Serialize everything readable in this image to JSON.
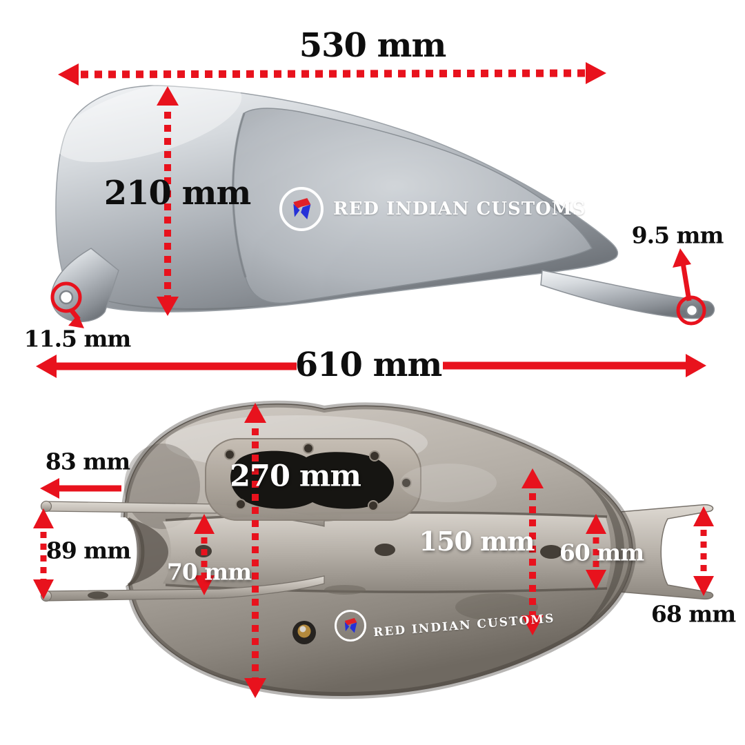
{
  "colors": {
    "accent_red": "#e8121d",
    "label_black": "#0e0e0e",
    "label_white": "#ffffff",
    "logo_red": "#e02028",
    "logo_blue": "#2531d8"
  },
  "brand": {
    "logo_text": "RED INDIAN CUSTOMS"
  },
  "side_view": {
    "top_length_label": "530 mm",
    "height_label": "210 mm",
    "rear_hole_label": "9.5 mm",
    "front_hole_label": "11.5 mm",
    "overall_length_label": "610 mm"
  },
  "bottom_view": {
    "front_tab_label": "83 mm",
    "tunnel_length_label": "270 mm",
    "front_width_label": "89 mm",
    "tunnel_width_label": "70 mm",
    "rear_section_label": "150 mm",
    "channel_width_label": "60 mm",
    "rear_tab_label": "68 mm"
  }
}
